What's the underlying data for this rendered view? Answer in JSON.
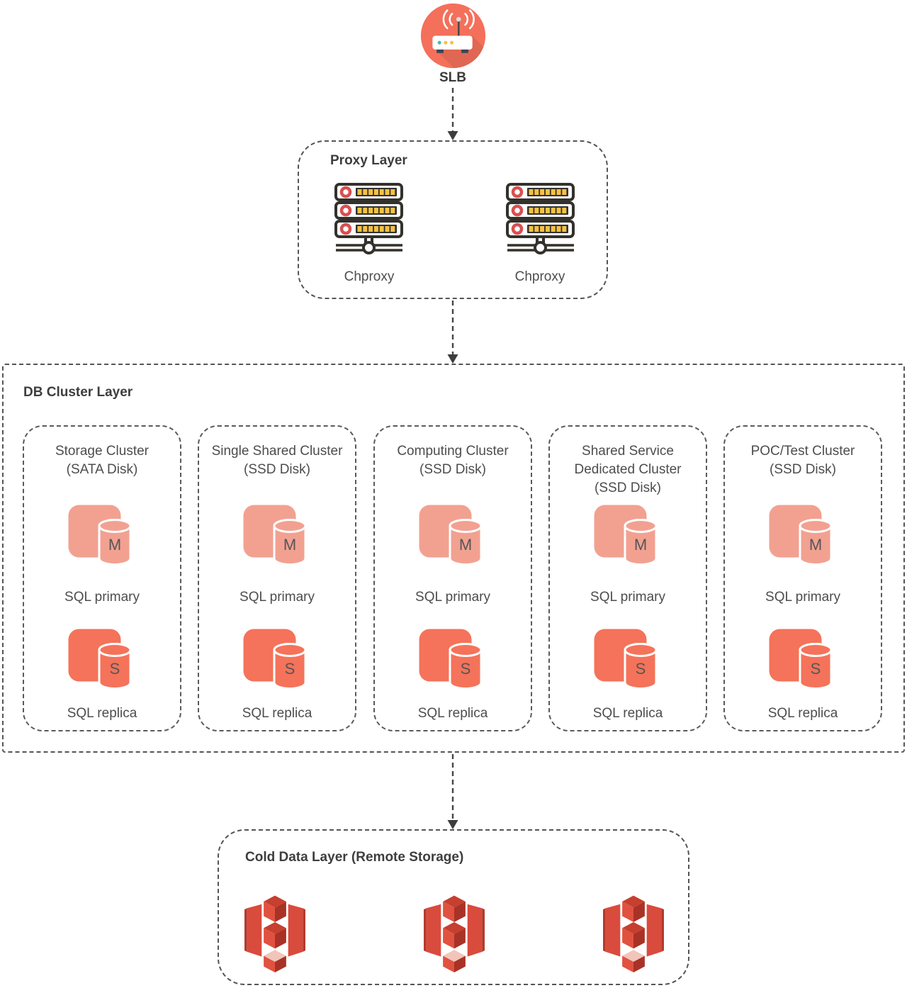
{
  "slb": {
    "label": "SLB"
  },
  "proxy_layer": {
    "title": "Proxy Layer",
    "nodes": [
      {
        "label": "Chproxy"
      },
      {
        "label": "Chproxy"
      }
    ]
  },
  "db_cluster_layer": {
    "title": "DB Cluster Layer",
    "primary": {
      "letter": "M",
      "label": "SQL primary"
    },
    "replica": {
      "letter": "S",
      "label": "SQL replica"
    },
    "clusters": [
      {
        "name": "Storage Cluster",
        "disk": "(SATA Disk)"
      },
      {
        "name": "Single Shared Cluster",
        "disk": "(SSD Disk)"
      },
      {
        "name": "Computing Cluster",
        "disk": "(SSD Disk)"
      },
      {
        "name": "Shared Service Dedicated Cluster",
        "disk": "(SSD Disk)"
      },
      {
        "name": "POC/Test Cluster",
        "disk": "(SSD Disk)"
      }
    ]
  },
  "cold_data_layer": {
    "title": "Cold Data Layer (Remote Storage)",
    "bucket_count": 3
  },
  "icons": {
    "slb": "wireless-router-icon",
    "proxy_node": "server-stack-icon",
    "db_primary": "database-cylinder-m-icon",
    "db_replica": "database-cylinder-s-icon",
    "cold_node": "storage-bucket-icon"
  },
  "colors": {
    "slb_circle": "#F4705B",
    "primary_icon": "#F2A191",
    "replica_icon": "#F4735A",
    "bucket_red": "#D94B3C",
    "bucket_dark": "#A93226",
    "bucket_light": "#F2C5BA",
    "server_yellow": "#F6C243",
    "server_red": "#D85050",
    "line": "#4A4A4A",
    "text": "#4D4D4D"
  }
}
